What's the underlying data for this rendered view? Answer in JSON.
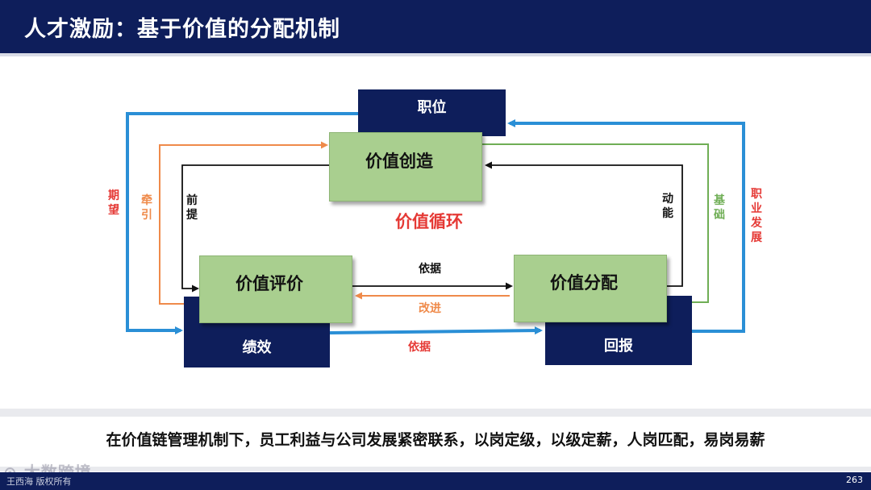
{
  "title": "人才激励：基于价值的分配机制",
  "nodes": {
    "position": "职位",
    "performance": "绩效",
    "reward": "回报",
    "create": "价值创造",
    "evaluate": "价值评价",
    "distribute": "价值分配"
  },
  "center_label": "价值循环",
  "labels": {
    "expectation": "期望",
    "lead": "牵引",
    "premise": "前提",
    "motivation": "动能",
    "foundation": "基础",
    "career": "职业发展",
    "basis_top": "依据",
    "improve": "改进",
    "basis_bottom": "依据"
  },
  "summary": "在价值链管理机制下，员工利益与公司发展紧密联系，以岗定级，以级定薪，人岗匹配，易岗易薪",
  "footer": {
    "left": "王西海 版权所有",
    "page": "263",
    "watermark": "大数跨境"
  },
  "colors": {
    "navy": "#0e1e5b",
    "green": "#a9cf8f",
    "blue_arrow": "#2a8fd6",
    "orange_arrow": "#ef8a4a",
    "green_arrow": "#6fae55",
    "red_text": "#e53935"
  }
}
